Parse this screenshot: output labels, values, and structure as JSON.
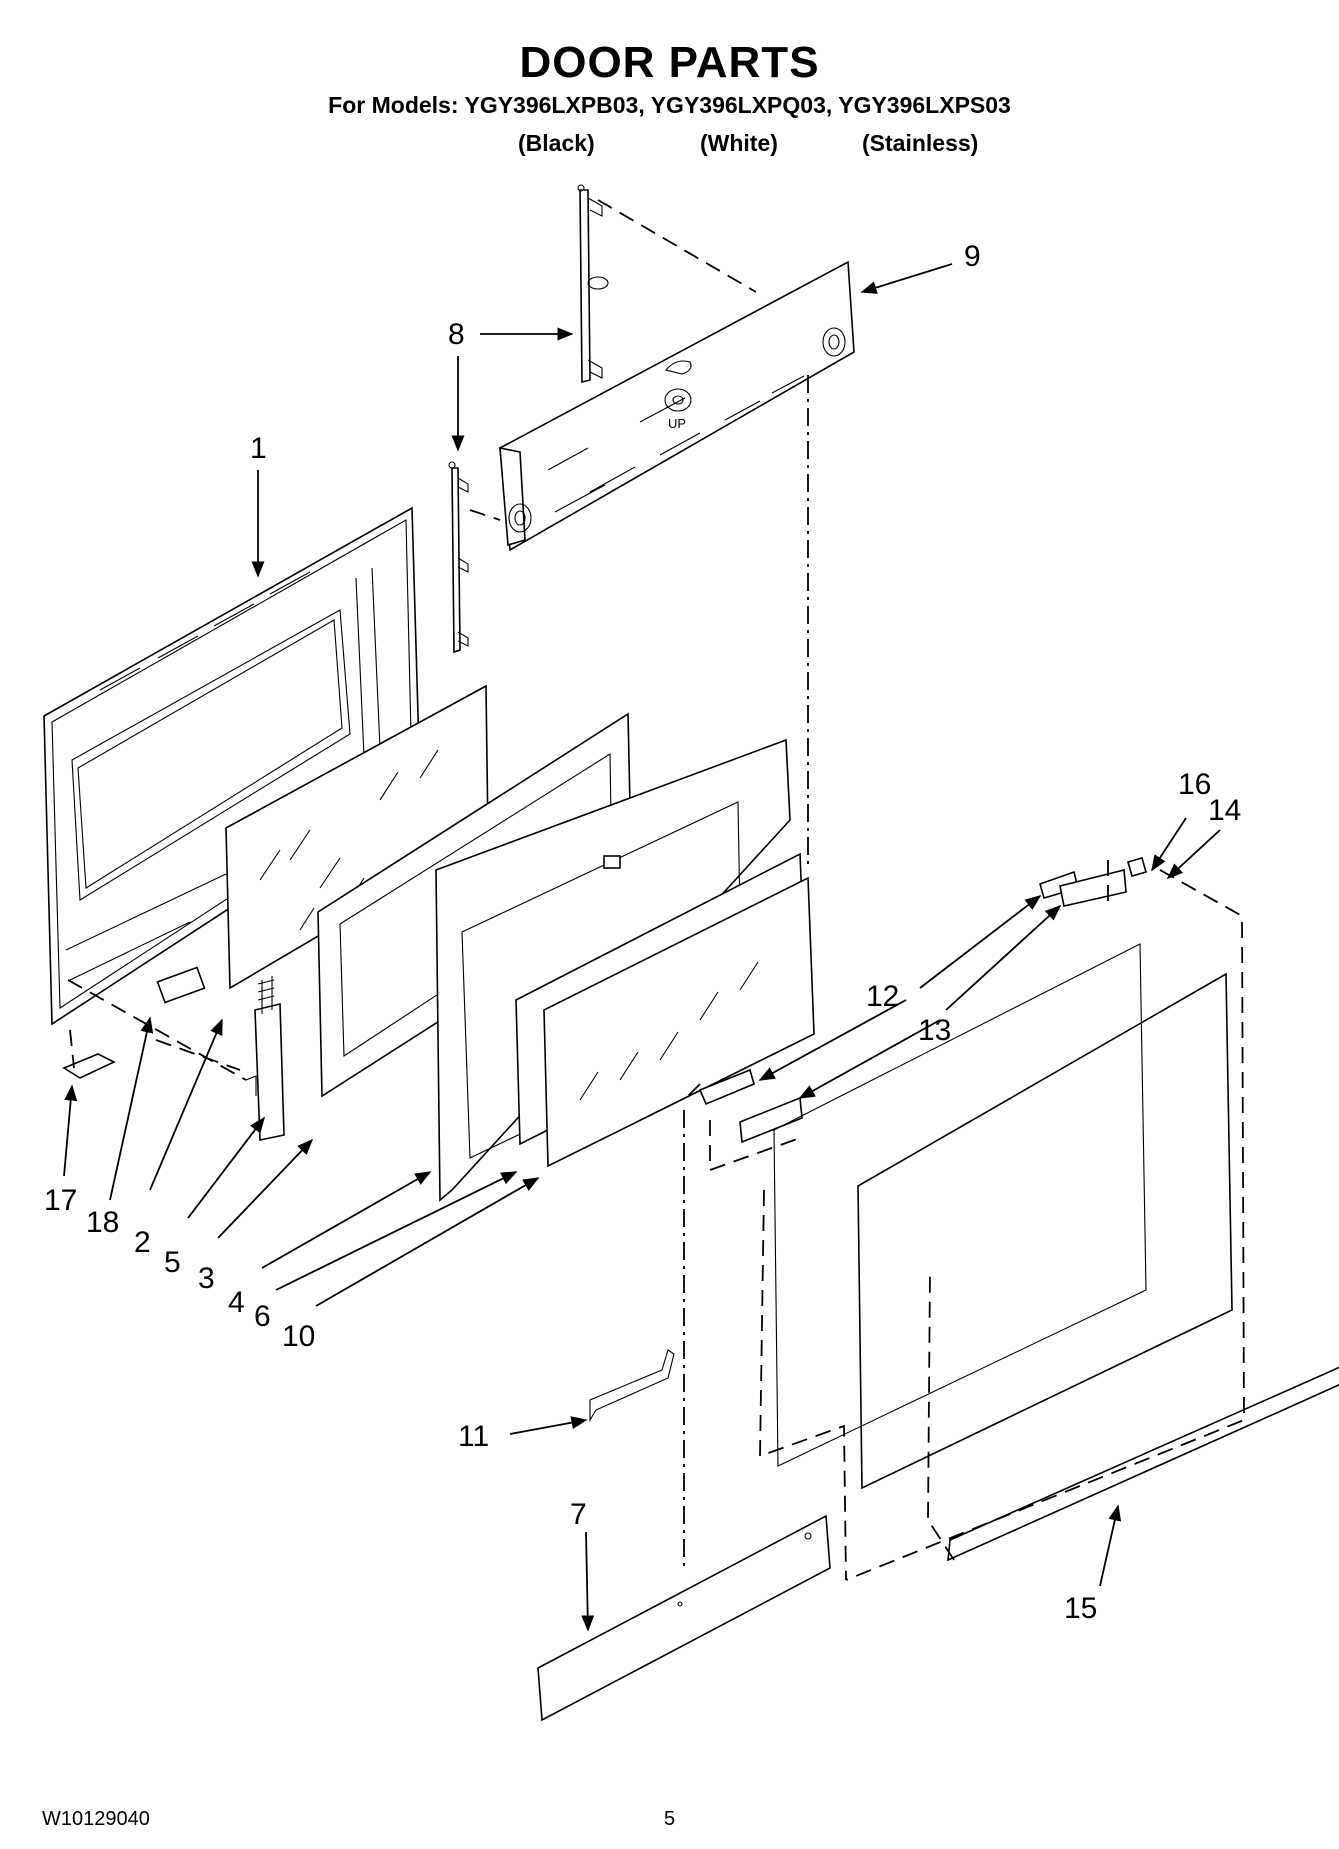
{
  "header": {
    "title": "DOOR PARTS",
    "models_line": "For Models: YGY396LXPB03, YGY396LXPQ03, YGY396LXPS03",
    "variants": [
      "(Black)",
      "(White)",
      "(Stainless)"
    ]
  },
  "callouts": [
    "1",
    "2",
    "3",
    "4",
    "5",
    "6",
    "7",
    "8",
    "9",
    "10",
    "11",
    "12",
    "13",
    "14",
    "15",
    "16",
    "17",
    "18"
  ],
  "panel_marking": "UP",
  "footer": {
    "doc_number": "W10129040",
    "page_number": "5"
  }
}
